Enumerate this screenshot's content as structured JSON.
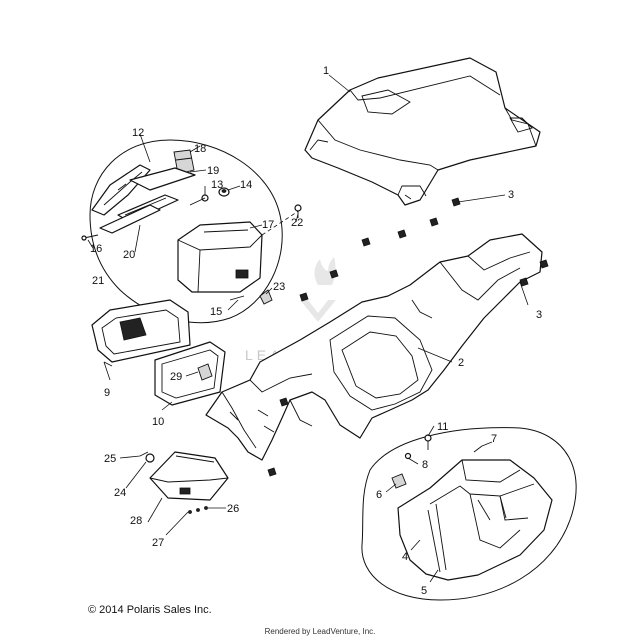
{
  "callouts": [
    "1",
    "2",
    "3",
    "3",
    "4",
    "5",
    "6",
    "7",
    "8",
    "9",
    "10",
    "11",
    "12",
    "13",
    "14",
    "15",
    "16",
    "17",
    "18",
    "19",
    "20",
    "21",
    "22",
    "23",
    "24",
    "25",
    "26",
    "27",
    "28",
    "29"
  ],
  "watermark": "LEADVENTURE",
  "copyright": "© 2014 Polaris Sales Inc.",
  "rendered_by": "Rendered by LeadVenture, Inc."
}
